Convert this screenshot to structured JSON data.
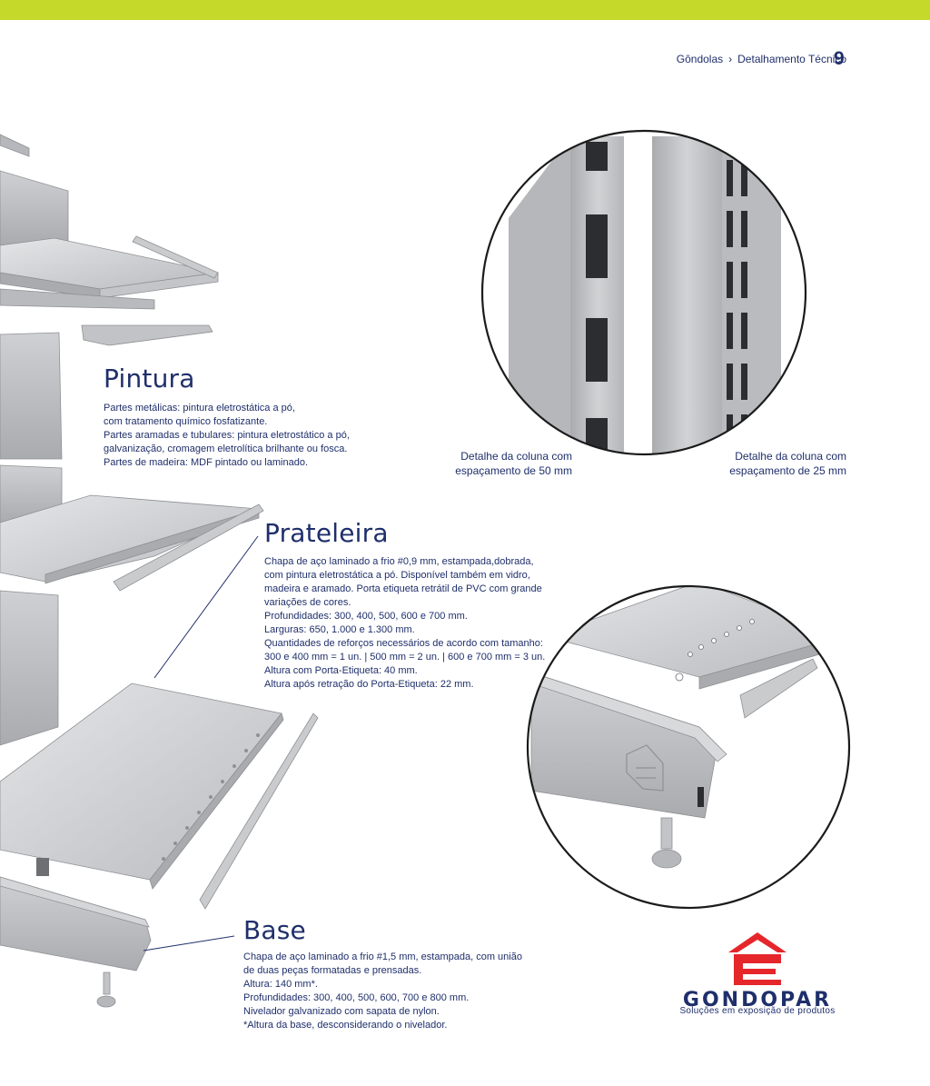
{
  "header": {
    "breadcrumb_section": "Gôndolas",
    "breadcrumb_separator": "›",
    "breadcrumb_page": "Detalhamento Técnico",
    "page_number": "9"
  },
  "pintura": {
    "title": "Pintura",
    "lines": [
      "Partes metálicas: pintura eletrostática a pó,",
      "com tratamento químico fosfatizante.",
      "Partes aramadas e tubulares: pintura eletrostático a pó,",
      "galvanização, cromagem eletrolítica brilhante ou fosca.",
      "Partes de madeira: MDF pintado ou laminado."
    ]
  },
  "columns": {
    "caption_left": [
      "Detalhe da coluna com",
      "espaçamento de 50 mm"
    ],
    "caption_right": [
      "Detalhe da coluna com",
      "espaçamento de 25 mm"
    ]
  },
  "prateleira": {
    "title": "Prateleira",
    "lines": [
      "Chapa de aço laminado a frio #0,9 mm, estampada,dobrada,",
      "com pintura eletrostática a pó. Disponível também em vidro,",
      "madeira e aramado. Porta etiqueta retrátil de PVC com grande",
      "variações de cores.",
      "Profundidades: 300, 400, 500, 600 e 700 mm.",
      "Larguras: 650, 1.000 e 1.300 mm.",
      "Quantidades de reforços necessários de acordo com tamanho:",
      "300 e 400 mm = 1 un. | 500 mm = 2 un. | 600 e 700 mm = 3 un.",
      "Altura com Porta-Etiqueta: 40 mm.",
      "Altura após retração do Porta-Etiqueta: 22 mm."
    ]
  },
  "base": {
    "title": "Base",
    "lines": [
      "Chapa de aço laminado a frio #1,5 mm, estampada, com união",
      "de duas peças formatadas e prensadas.",
      "Altura: 140 mm*.",
      "Profundidades: 300, 400, 500, 600, 700 e 800 mm.",
      "Nivelador galvanizado com sapata de nylon.",
      "*Altura da base, desconsiderando o nivelador."
    ]
  },
  "logo": {
    "name": "GONDOPAR",
    "tagline": "Soluções em exposição de produtos",
    "accent": "#e5262b"
  },
  "colors": {
    "accent_bar": "#c5d92b",
    "text": "#1f2f6b",
    "metal_light": "#d9dadc",
    "metal_mid": "#b8babd",
    "metal_dark": "#8e9094"
  }
}
